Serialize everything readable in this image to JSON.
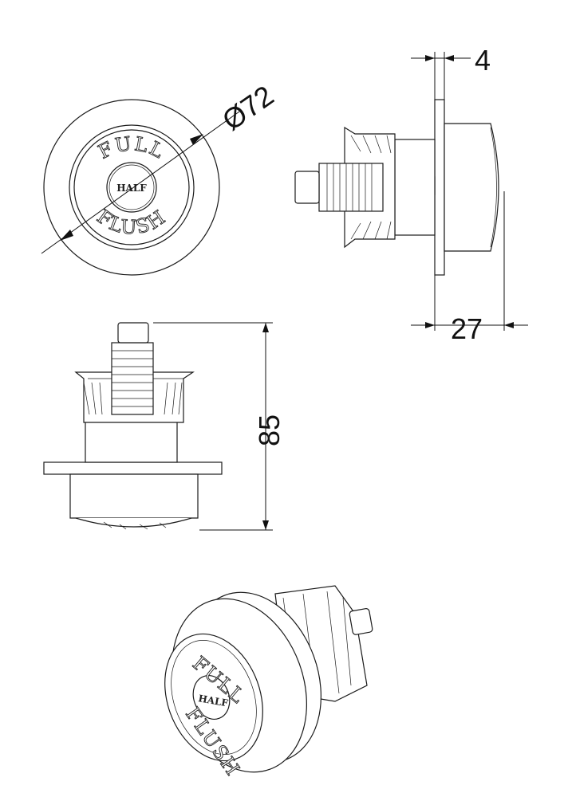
{
  "drawing": {
    "front_view": {
      "label_top": "FULL",
      "label_bottom": "FLUSH",
      "label_center": "HALF"
    },
    "dimensions": {
      "diameter": "Ø72",
      "flange_thickness": "4",
      "depth": "27",
      "height": "85"
    },
    "iso_view": {
      "label_top": "FULL",
      "label_bottom": "FLUSH",
      "label_center": "HALF"
    }
  }
}
